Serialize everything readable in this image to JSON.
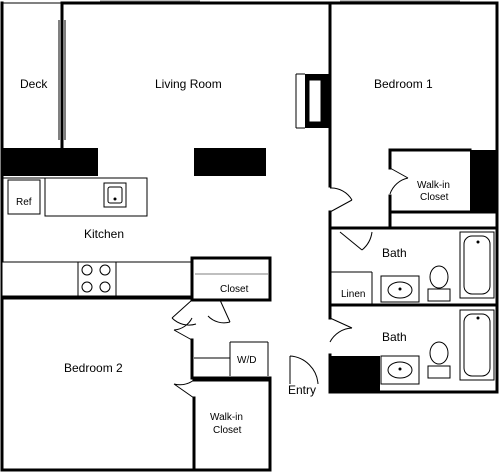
{
  "rooms": {
    "deck": "Deck",
    "living_room": "Living Room",
    "bedroom_1": "Bedroom 1",
    "walkin_closet_1_line1": "Walk-in",
    "walkin_closet_1_line2": "Closet",
    "kitchen": "Kitchen",
    "ref": "Ref",
    "bath_1": "Bath",
    "linen": "Linen",
    "closet": "Closet",
    "bath_2": "Bath",
    "bedroom_2": "Bedroom 2",
    "wd": "W/D",
    "entry": "Entry",
    "walkin_closet_2_line1": "Walk-in",
    "walkin_closet_2_line2": "Closet"
  }
}
